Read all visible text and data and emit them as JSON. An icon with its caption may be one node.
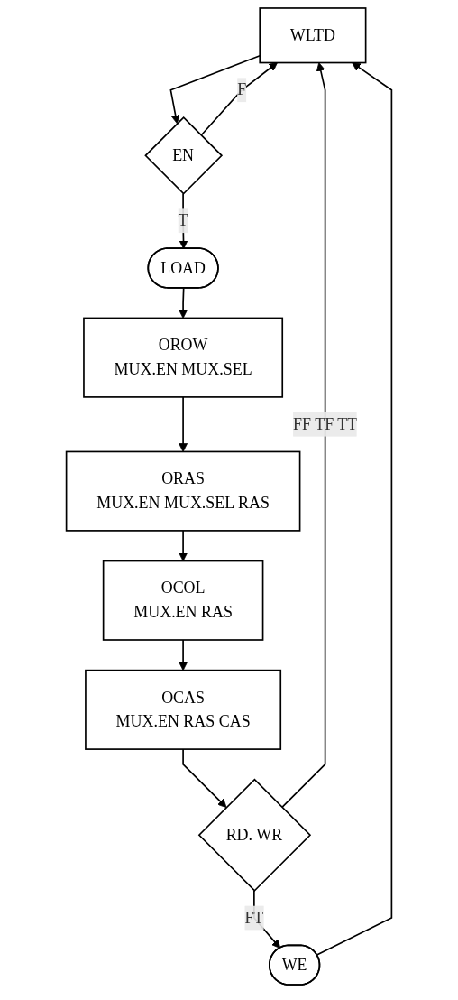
{
  "diagram": {
    "nodes": [
      {
        "text": [
          "WLTD"
        ]
      },
      {
        "text": [
          "EN"
        ]
      },
      {
        "text": [
          "LOAD"
        ]
      },
      {
        "text": [
          "OROW",
          "MUX.EN MUX.SEL"
        ]
      },
      {
        "text": [
          "ORAS",
          "MUX.EN MUX.SEL RAS"
        ]
      },
      {
        "text": [
          "OCOL",
          "MUX.EN RAS"
        ]
      },
      {
        "text": [
          "OCAS",
          "MUX.EN RAS CAS"
        ]
      },
      {
        "text": [
          "RD. WR"
        ]
      },
      {
        "text": [
          "WE"
        ]
      }
    ],
    "edges": [
      {
        "from": 0,
        "to": 1,
        "arrow": "to"
      },
      {
        "from": 1,
        "to": 0,
        "label": "F",
        "arrow": "to"
      },
      {
        "from": 1,
        "to": 2,
        "label": "T",
        "arrow": "to"
      },
      {
        "from": 2,
        "to": 3,
        "arrow": "to"
      },
      {
        "from": 3,
        "to": 4,
        "arrow": "to"
      },
      {
        "from": 4,
        "to": 5,
        "arrow": "to"
      },
      {
        "from": 5,
        "to": 6,
        "arrow": "to"
      },
      {
        "from": 6,
        "to": 7,
        "arrow": "to"
      },
      {
        "from": 7,
        "to": 0,
        "label": "FF TF TT",
        "arrow": "to"
      },
      {
        "from": 7,
        "to": 8,
        "label": "FT",
        "arrow": "to"
      },
      {
        "from": 8,
        "to": 0,
        "arrow": "to"
      }
    ]
  }
}
